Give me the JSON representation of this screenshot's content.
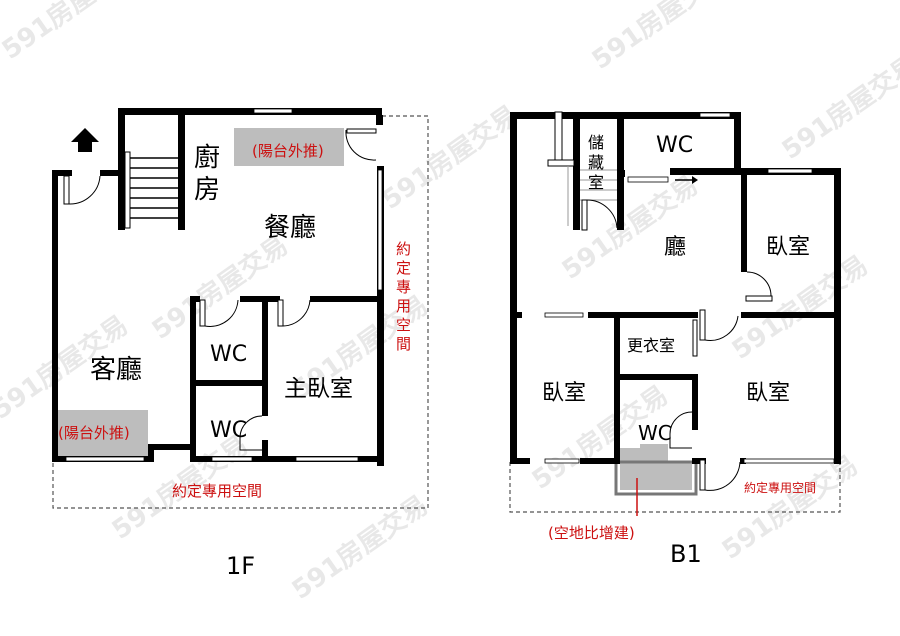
{
  "watermark": "591房屋交易",
  "floors": [
    {
      "id": "1F",
      "title": "1F",
      "rooms": {
        "kitchen": "廚房",
        "kitchen_line1": "廚",
        "kitchen_line2": "房",
        "dining": "餐廳",
        "living": "客廳",
        "wc_upper": "WC",
        "wc_lower": "WC",
        "master_bedroom": "主臥室"
      },
      "annotations": {
        "balcony_top": "(陽台外推)",
        "balcony_left": "(陽台外推)",
        "exclusive_bottom": "約定專用空間",
        "exclusive_right": [
          "約",
          "定",
          "專",
          "用",
          "空",
          "間"
        ]
      },
      "entrance_arrow": "arrow-up-icon"
    },
    {
      "id": "B1",
      "title": "B1",
      "rooms": {
        "storage": [
          "儲",
          "藏",
          "室"
        ],
        "wc_top": "WC",
        "hall": "廳",
        "bedroom_right_top": "臥室",
        "dressing_room": "更衣室",
        "bedroom_left": "臥室",
        "wc_bottom": "WC",
        "bedroom_right_bottom": "臥室"
      },
      "annotations": {
        "exclusive_bottom": "約定專用空間",
        "extension": "(空地比增建)"
      }
    }
  ],
  "colors": {
    "wall": "#000000",
    "annotation_red": "#cc1111",
    "shaded_area": "#bdbdbd",
    "dashed_border": "#555555"
  }
}
